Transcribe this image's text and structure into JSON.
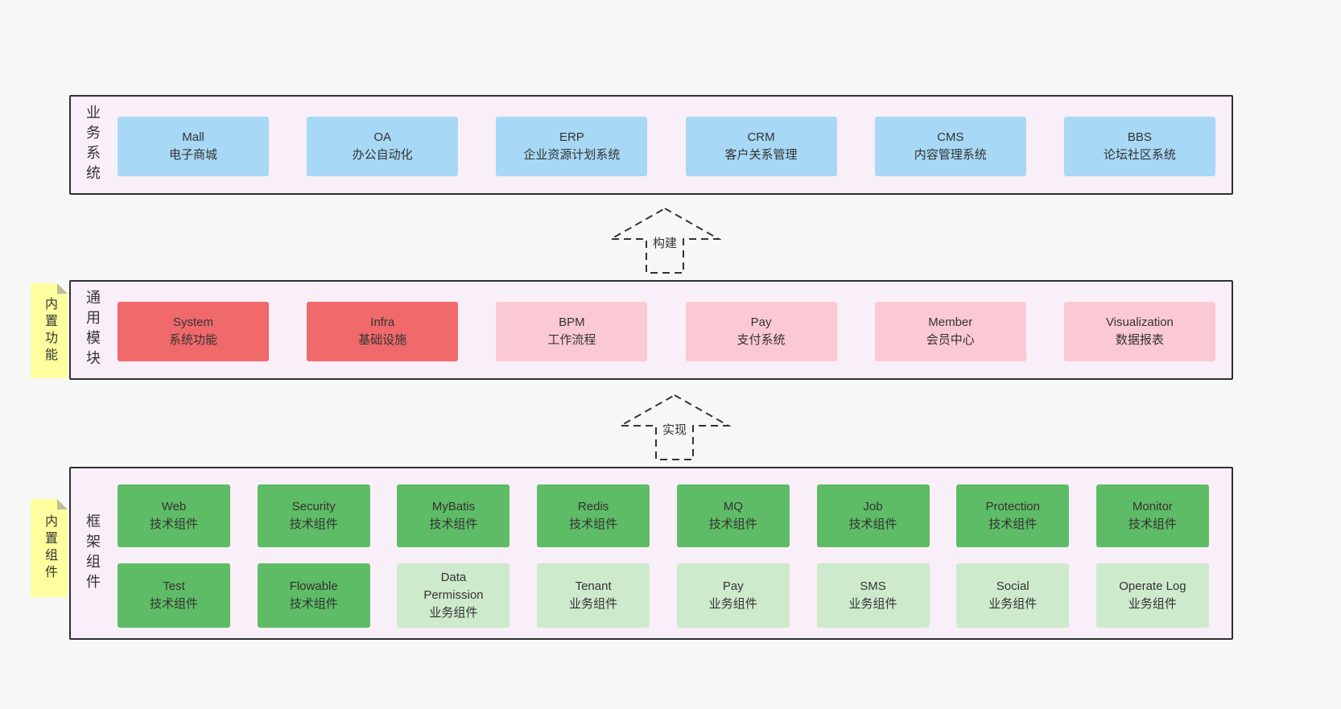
{
  "page": {
    "background": "#f7f7f7"
  },
  "colors": {
    "container_bg": "#f9eff8",
    "container_border": "#2f2f2f",
    "blue_box": "#a7d8f5",
    "red_box": "#f0696b",
    "pink_box": "#fbc9d3",
    "green_dark_box": "#5fbc66",
    "green_light_box": "#cdeacc",
    "sticky_yellow": "#feff9e",
    "text": "#333333"
  },
  "layers": {
    "business": {
      "side_label": "业务系统",
      "items": [
        {
          "en": "Mall",
          "zh": "电子商城",
          "variant": "blue"
        },
        {
          "en": "OA",
          "zh": "办公自动化",
          "variant": "blue"
        },
        {
          "en": "ERP",
          "zh": "企业资源计划系统",
          "variant": "blue"
        },
        {
          "en": "CRM",
          "zh": "客户关系管理",
          "variant": "blue"
        },
        {
          "en": "CMS",
          "zh": "内容管理系统",
          "variant": "blue"
        },
        {
          "en": "BBS",
          "zh": "论坛社区系统",
          "variant": "blue"
        }
      ]
    },
    "modules": {
      "side_label": "通用模块",
      "sticky_label": "内置功能",
      "items": [
        {
          "en": "System",
          "zh": "系统功能",
          "variant": "red"
        },
        {
          "en": "Infra",
          "zh": "基础设施",
          "variant": "red"
        },
        {
          "en": "BPM",
          "zh": "工作流程",
          "variant": "pink"
        },
        {
          "en": "Pay",
          "zh": "支付系统",
          "variant": "pink"
        },
        {
          "en": "Member",
          "zh": "会员中心",
          "variant": "pink"
        },
        {
          "en": "Visualization",
          "zh": "数据报表",
          "variant": "pink"
        }
      ]
    },
    "components": {
      "side_label": "框架组件",
      "sticky_label": "内置组件",
      "row1": [
        {
          "en": "Web",
          "zh": "技术组件",
          "variant": "green-dark"
        },
        {
          "en": "Security",
          "zh": "技术组件",
          "variant": "green-dark"
        },
        {
          "en": "MyBatis",
          "zh": "技术组件",
          "variant": "green-dark"
        },
        {
          "en": "Redis",
          "zh": "技术组件",
          "variant": "green-dark"
        },
        {
          "en": "MQ",
          "zh": "技术组件",
          "variant": "green-dark"
        },
        {
          "en": "Job",
          "zh": "技术组件",
          "variant": "green-dark"
        },
        {
          "en": "Protection",
          "zh": "技术组件",
          "variant": "green-dark"
        },
        {
          "en": "Monitor",
          "zh": "技术组件",
          "variant": "green-dark"
        }
      ],
      "row2": [
        {
          "en": "Test",
          "zh": "技术组件",
          "variant": "green-dark"
        },
        {
          "en": "Flowable",
          "zh": "技术组件",
          "variant": "green-dark"
        },
        {
          "en": "Data Permission",
          "zh": "业务组件",
          "variant": "green-light"
        },
        {
          "en": "Tenant",
          "zh": "业务组件",
          "variant": "green-light"
        },
        {
          "en": "Pay",
          "zh": "业务组件",
          "variant": "green-light"
        },
        {
          "en": "SMS",
          "zh": "业务组件",
          "variant": "green-light"
        },
        {
          "en": "Social",
          "zh": "业务组件",
          "variant": "green-light"
        },
        {
          "en": "Operate Log",
          "zh": "业务组件",
          "variant": "green-light"
        }
      ]
    }
  },
  "arrows": {
    "build": "构建",
    "implement": "实现"
  }
}
